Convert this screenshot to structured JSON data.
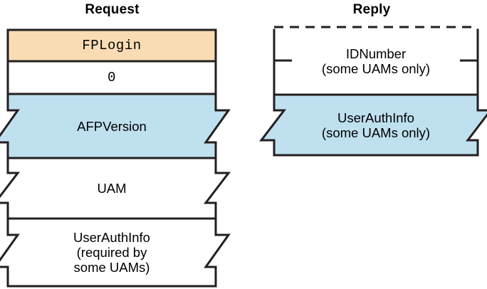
{
  "diagram": {
    "title_request": "Request",
    "title_reply": "Reply",
    "colors": {
      "command_fill": "#fadcb4",
      "variable_fill": "#bfe0ef",
      "plain_fill": "#ffffff",
      "stroke": "#231f20",
      "background": "#ffffff"
    },
    "request": {
      "label": "Request",
      "fields": [
        {
          "id": "fplogin",
          "name": "FPLogin",
          "text": "FPLogin",
          "fill": "command_fill",
          "edge_top": "solid",
          "edge_bottom": "solid",
          "sides": "straight",
          "mono": true
        },
        {
          "id": "zero",
          "name": "0",
          "text": "0",
          "fill": "plain_fill",
          "edge_top": "solid",
          "edge_bottom": "solid",
          "sides": "straight",
          "mono": true
        },
        {
          "id": "afpversion",
          "name": "AFPVersion",
          "text": "AFPVersion",
          "fill": "variable_fill",
          "edge_top": "solid",
          "edge_bottom": "solid",
          "sides": "torn",
          "mono": false
        },
        {
          "id": "uam",
          "name": "UAM",
          "text": "UAM",
          "fill": "plain_fill",
          "edge_top": "solid",
          "edge_bottom": "dashed",
          "sides": "torn",
          "mono": false
        },
        {
          "id": "userauthinfo",
          "name": "UserAuthInfo",
          "text": "UserAuthInfo\n(required by\nsome UAMs)",
          "fill": "plain_fill",
          "edge_top": "dashed",
          "edge_bottom": "solid",
          "sides": "torn",
          "mono": false
        }
      ]
    },
    "reply": {
      "label": "Reply",
      "fields": [
        {
          "id": "idnumber",
          "name": "IDNumber",
          "text": "IDNumber\n(some UAMs only)",
          "fill": "plain_fill",
          "edge_top": "dashed",
          "edge_bottom": "solid",
          "sides": "tick",
          "mono": false
        },
        {
          "id": "userauthinfo",
          "name": "UserAuthInfo",
          "text": "UserAuthInfo\n(some UAMs only)",
          "fill": "variable_fill",
          "edge_top": "solid",
          "edge_bottom": "solid",
          "sides": "torn",
          "mono": false
        }
      ]
    }
  }
}
